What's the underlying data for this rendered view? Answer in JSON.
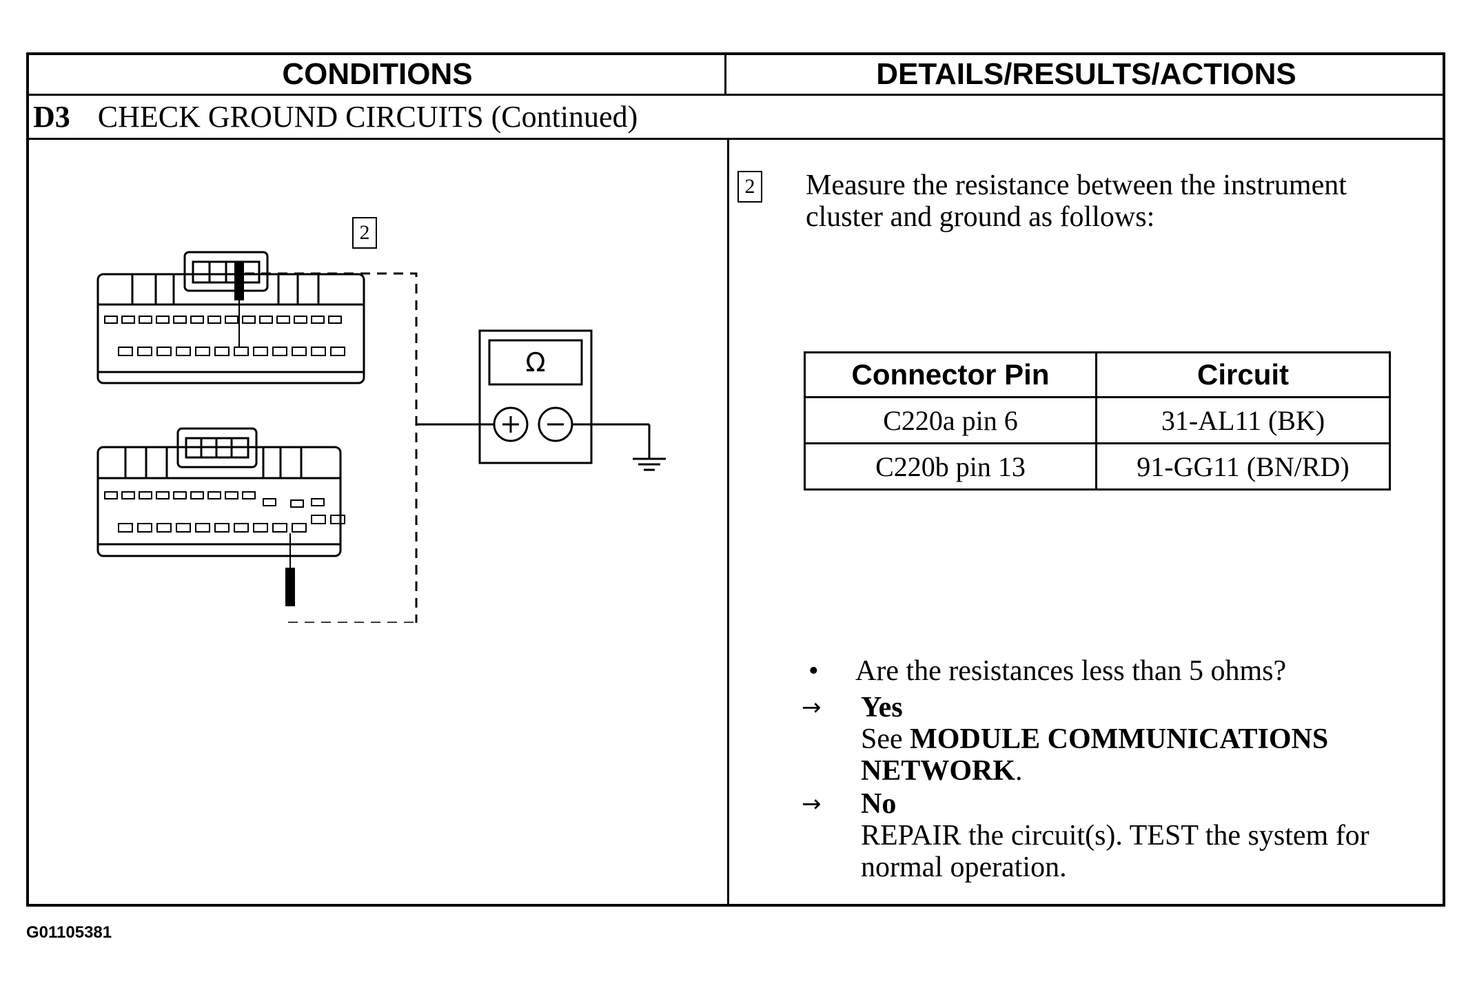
{
  "header": {
    "conditions": "CONDITIONS",
    "details": "DETAILS/RESULTS/ACTIONS"
  },
  "step": {
    "code": "D3",
    "title": "CHECK GROUND CIRCUITS (Continued)"
  },
  "conditions": {
    "step_number": "2",
    "meter_symbol": "Ω",
    "plus": "+",
    "minus": "−"
  },
  "details": {
    "step_number": "2",
    "intro": "Measure the resistance between the instrument cluster and ground as follows:",
    "table": {
      "headers": [
        "Connector Pin",
        "Circuit"
      ],
      "rows": [
        [
          "C220a pin 6",
          "31-AL11 (BK)"
        ],
        [
          "C220b pin 13",
          "91-GG11 (BN/RD)"
        ]
      ]
    },
    "question_bullet": "•",
    "question": "Are the resistances less than 5 ohms?",
    "yes": {
      "arrow": "→",
      "label": "Yes",
      "text_prefix": "See ",
      "text_bold": "MODULE COMMUNICATIONS NETWORK",
      "text_suffix": "."
    },
    "no": {
      "arrow": "→",
      "label": "No",
      "text": "REPAIR the circuit(s). TEST the system for normal operation."
    }
  },
  "footer": {
    "figure_id": "G01105381"
  }
}
